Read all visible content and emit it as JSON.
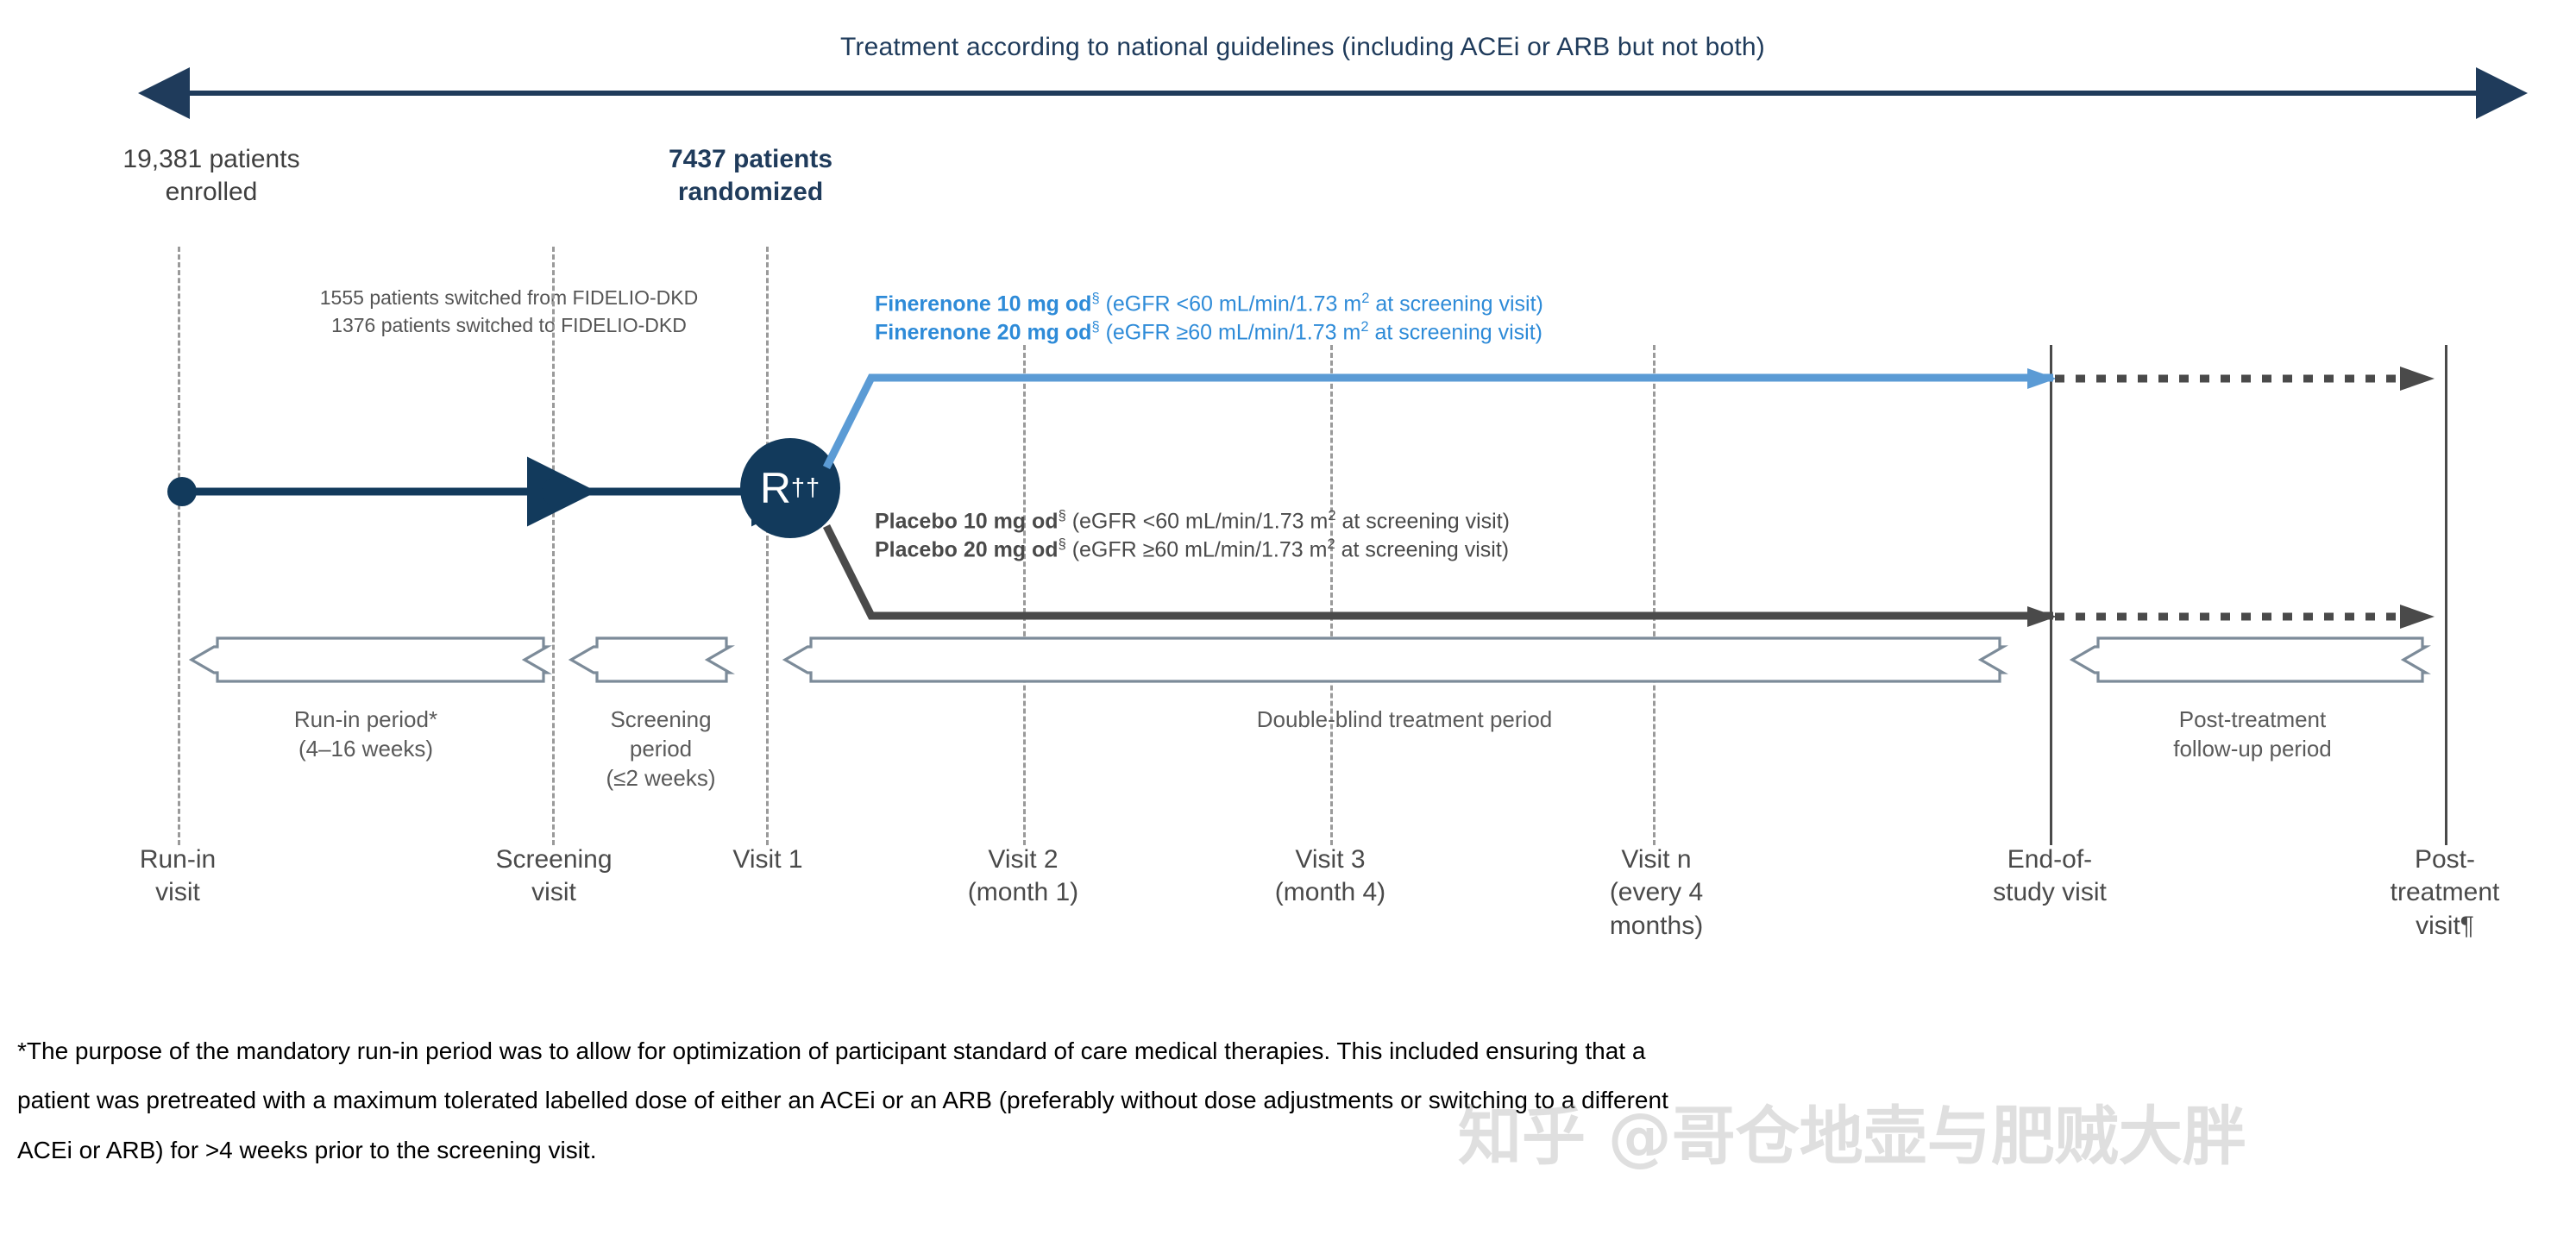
{
  "header": {
    "banner_text": "Treatment according to national guidelines (including ACEi or ARB but not both)",
    "enrolled": "19,381 patients\nenrolled",
    "randomized": "7437 patients\nrandomized",
    "switch_note": "1555 patients switched from FIDELIO-DKD\n1376 patients switched to FIDELIO-DKD"
  },
  "randomization": {
    "letter": "R",
    "footnote_marks": "††"
  },
  "arms": [
    {
      "id": "finerenone-10",
      "drug": "Finerenone 10 mg od",
      "mark": "§",
      "criteria": " (eGFR <60 mL/min/1.73 m",
      "exp": "2",
      "criteria_end": " at screening visit)",
      "color": "#2E8BD8"
    },
    {
      "id": "finerenone-20",
      "drug": "Finerenone 20 mg od",
      "mark": "§",
      "criteria": " (eGFR ≥60 mL/min/1.73 m",
      "exp": "2",
      "criteria_end": " at screening visit)",
      "color": "#2E8BD8"
    },
    {
      "id": "placebo-10",
      "drug": "Placebo 10 mg od",
      "mark": "§",
      "criteria": " (eGFR <60 mL/min/1.73 m",
      "exp": "2",
      "criteria_end": " at screening visit)",
      "color": "#4A4A4A"
    },
    {
      "id": "placebo-20",
      "drug": "Placebo 20 mg od",
      "mark": "§",
      "criteria": " (eGFR ≥60 mL/min/1.73 m",
      "exp": "2",
      "criteria_end": " at screening visit)",
      "color": "#4A4A4A"
    }
  ],
  "periods": [
    {
      "id": "run-in",
      "label": "Run-in period*\n(4–16 weeks)"
    },
    {
      "id": "screening",
      "label": "Screening\nperiod\n(≤2 weeks)"
    },
    {
      "id": "double-blind",
      "label": "Double-blind treatment period"
    },
    {
      "id": "post-treatment",
      "label": "Post-treatment\nfollow-up period"
    }
  ],
  "visits": [
    {
      "id": "run-in-visit",
      "label": "Run-in\nvisit"
    },
    {
      "id": "screening-visit",
      "label": "Screening\nvisit"
    },
    {
      "id": "visit-1",
      "label": "Visit 1"
    },
    {
      "id": "visit-2",
      "label": "Visit 2\n(month 1)"
    },
    {
      "id": "visit-3",
      "label": "Visit 3\n(month 4)"
    },
    {
      "id": "visit-n",
      "label": "Visit n\n(every 4\nmonths)"
    },
    {
      "id": "end-of-study-visit",
      "label": "End-of-\nstudy visit"
    },
    {
      "id": "post-treatment-visit",
      "label": "Post-\ntreatment\nvisit¶"
    }
  ],
  "footnote": {
    "line1": "*The purpose of the mandatory run-in period was to allow for optimization of participant standard of care medical therapies. This included ensuring that a",
    "line2": "patient was pretreated with a maximum tolerated labelled dose of either an ACEi or an ARB (preferably without dose adjustments or switching to a different",
    "line3": "ACEi or ARB) for >4 weeks prior to the screening visit."
  },
  "watermark": "知乎 @哥仓地壶与肥贼大胖",
  "colors": {
    "navy": "#123A5C",
    "finerenone_blue": "#5B9BD5",
    "placebo_gray": "#4A4A4A",
    "band_gray": "#7C8B99",
    "guide_gray": "#9a9a9a"
  }
}
